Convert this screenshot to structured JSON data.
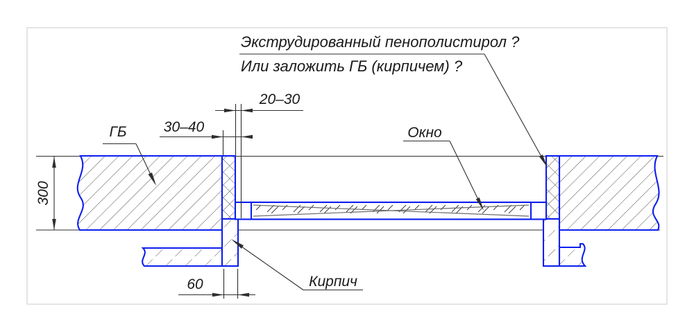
{
  "drawing": {
    "kind": "window-jamb-section-detail",
    "annotation": {
      "line1": "Экструдированный пенополистирол ?",
      "line2": "Или заложить ГБ (кирпичем) ?"
    },
    "labels": {
      "gb": "ГБ",
      "window": "Окно",
      "brick": "Кирпич"
    },
    "dimensions": {
      "air_gap": "20–30",
      "jamb_lining": "30–40",
      "wall_thickness": "300",
      "brick_width": "60"
    },
    "colors": {
      "contour_blue": "#0d1ff0",
      "line_dark": "#2e2e2e",
      "hatch_gray": "#4f4f4f",
      "sheet_border": "#dcdcdc"
    }
  }
}
